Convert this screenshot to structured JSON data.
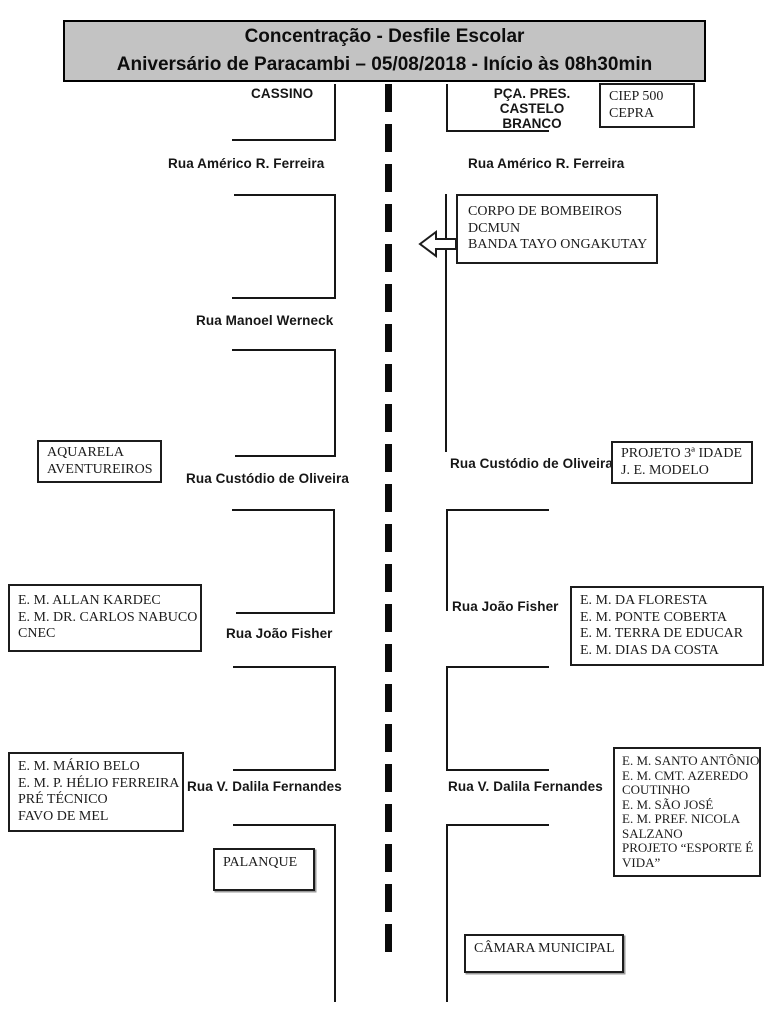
{
  "title": {
    "line1": "Concentração - Desfile Escolar",
    "line2": "Aniversário de Paracambi – 05/08/2018 - Início às 08h30min"
  },
  "street_labels": {
    "cassino": "CASSINO",
    "praca_castelo_branco": [
      "PÇA. PRES.",
      "CASTELO",
      "BRANCO"
    ],
    "rua_americo_left": "Rua Américo R. Ferreira",
    "rua_americo_right": "Rua Américo R. Ferreira",
    "rua_manoel": "Rua Manoel Werneck",
    "rua_custodio_left": "Rua Custódio de Oliveira",
    "rua_custodio_right": "Rua Custódio de Oliveira",
    "rua_fisher_left": "Rua João Fisher",
    "rua_fisher_right": "Rua João Fisher",
    "rua_dalila_left": "Rua V. Dalila Fernandes",
    "rua_dalila_right": "Rua V. Dalila Fernandes"
  },
  "boxes": {
    "ciep": {
      "lines": [
        "CIEP 500",
        "CEPRA"
      ]
    },
    "bombeiros": {
      "lines": [
        "CORPO DE BOMBEIROS",
        "DCMUN",
        "BANDA TAYO ONGAKUTAY"
      ]
    },
    "aquarela": {
      "lines": [
        "AQUARELA",
        "AVENTUREIROS"
      ]
    },
    "projeto_idade": {
      "lines": [
        "PROJETO 3ª IDADE",
        "J. E. MODELO"
      ]
    },
    "allan_kardec": {
      "lines": [
        "E. M. ALLAN KARDEC",
        "E. M. DR. CARLOS NABUCO",
        "CNEC"
      ]
    },
    "floresta": {
      "lines": [
        "E. M. DA FLORESTA",
        "E. M. PONTE COBERTA",
        "E. M. TERRA DE EDUCAR",
        "E. M. DIAS DA COSTA"
      ]
    },
    "mario_belo": {
      "lines": [
        "E. M. MÁRIO BELO",
        "E. M. P. HÉLIO FERREIRA",
        "PRÉ TÉCNICO",
        "FAVO DE MEL"
      ]
    },
    "santo_antonio": {
      "lines": [
        "E. M. SANTO ANTÔNIO",
        "E. M. CMT. AZEREDO",
        "COUTINHO",
        "E. M. SÃO JOSÉ",
        "E. M. PREF. NICOLA",
        "SALZANO",
        "PROJETO “ESPORTE É",
        "VIDA”"
      ]
    },
    "palanque": {
      "lines": [
        "PALANQUE"
      ]
    },
    "camara": {
      "lines": [
        "CÂMARA MUNICIPAL"
      ]
    }
  },
  "icons": {
    "direction_arrow": "left-block-arrow"
  },
  "colors": {
    "title_background": "#c3c3c3",
    "line_color": "#161616",
    "text_color": "#1c1c1c"
  }
}
